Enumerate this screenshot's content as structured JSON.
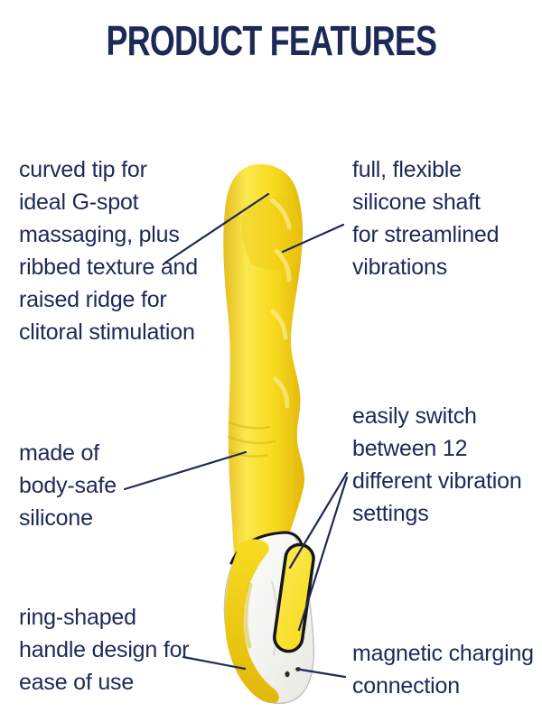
{
  "title": "PRODUCT FEATURES",
  "callouts": {
    "curved_tip": {
      "lines": [
        "curved tip for",
        "ideal G-spot",
        "massaging, plus",
        "ribbed texture and",
        "raised ridge for",
        "clitoral stimulation"
      ]
    },
    "flexible_shaft": {
      "lines": [
        "full, flexible",
        "silicone shaft",
        "for streamlined",
        "vibrations"
      ]
    },
    "body_safe_silicone": {
      "lines": [
        "made of",
        "body-safe",
        "silicone"
      ]
    },
    "vibration_settings": {
      "lines": [
        "easily switch",
        "between 12",
        "different vibration",
        "settings"
      ]
    },
    "ring_handle": {
      "lines": [
        "ring-shaped",
        "handle design for",
        "ease of use"
      ]
    },
    "magnetic_charging": {
      "lines": [
        "magnetic charging",
        "connection"
      ]
    }
  },
  "colors": {
    "heading": "#1d2957",
    "body_text": "#1d2957",
    "callout_line": "#1d2957",
    "product_yellow": "#F8DC20",
    "product_yellow_light": "#FBE84E",
    "product_yellow_dark": "#E2B70A",
    "handle_white": "#ffffff",
    "outline_black": "#161616",
    "background": "#ffffff"
  }
}
